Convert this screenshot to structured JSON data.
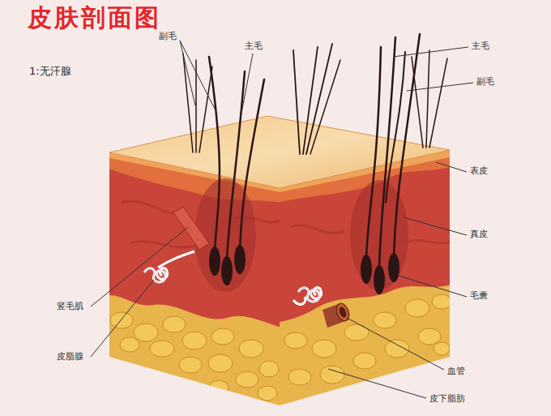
{
  "diagram": {
    "title": "皮肤剖面图",
    "labels": [
      "1:无汗腺",
      "副毛",
      "主毛",
      "主毛",
      "副毛",
      "表皮",
      "真皮",
      "毛囊",
      "竖毛肌",
      "皮脂腺",
      "血管",
      "皮下脂肪"
    ]
  }
}
